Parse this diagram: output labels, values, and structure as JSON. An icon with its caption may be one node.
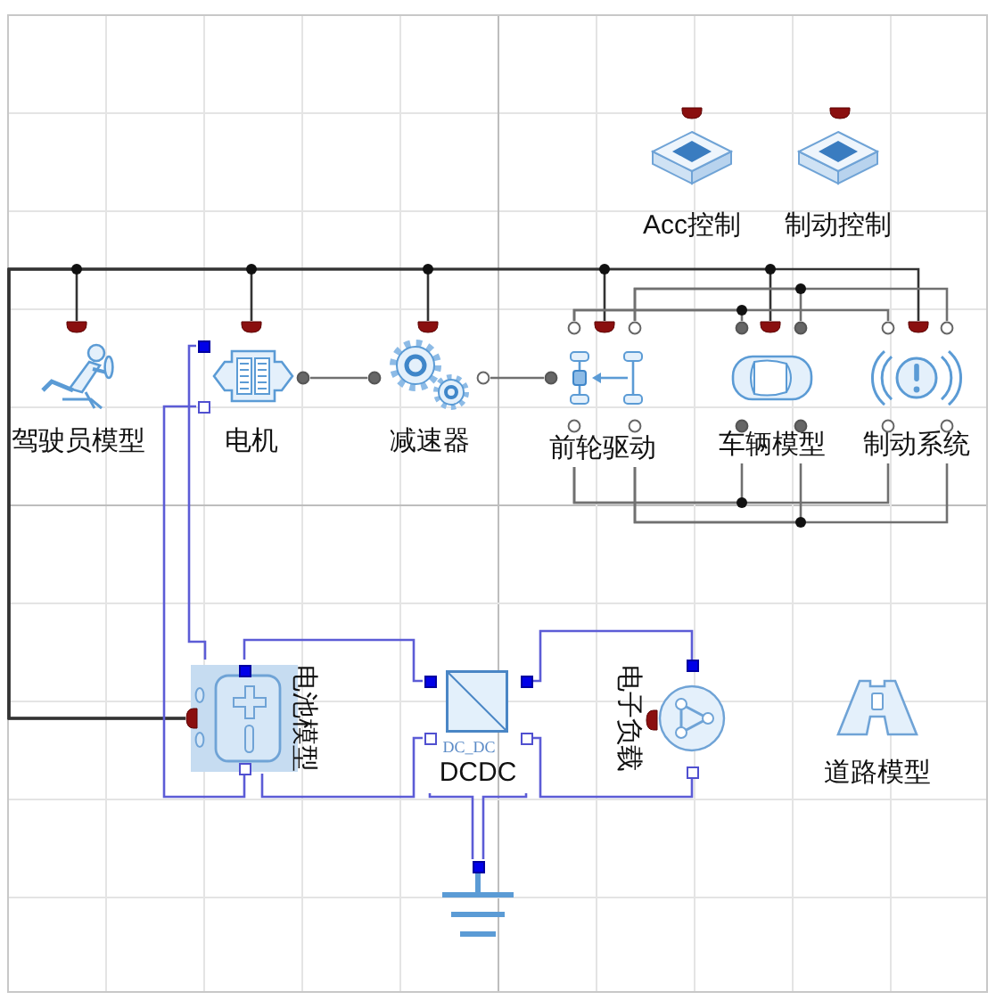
{
  "diagram": {
    "nodes": [
      {
        "text": [
          "Acc控制"
        ]
      },
      {
        "text": [
          "制动控制"
        ]
      },
      {
        "text": [
          "驾驶员模型"
        ]
      },
      {
        "text": [
          "电机"
        ]
      },
      {
        "text": [
          "减速器"
        ]
      },
      {
        "text": [
          "前轮驱动"
        ]
      },
      {
        "text": [
          "车辆模型"
        ]
      },
      {
        "text": [
          "制动系统"
        ]
      },
      {
        "text": [
          "电池模型"
        ]
      },
      {
        "text": [
          "DC_DC",
          "DCDC"
        ]
      },
      {
        "text": [
          "电子负载"
        ]
      },
      {
        "text": [
          "道路模型"
        ]
      },
      {
        "text": [],
        "shape": "ground"
      }
    ],
    "edges": [
      {
        "from": 8,
        "to": 2,
        "arrow": "none",
        "color": "#333333"
      },
      {
        "from": 8,
        "to": 3,
        "arrow": "none",
        "color": "#333333"
      },
      {
        "from": 8,
        "to": 4,
        "arrow": "none",
        "color": "#333333"
      },
      {
        "from": 8,
        "to": 5,
        "arrow": "none",
        "color": "#333333"
      },
      {
        "from": 8,
        "to": 6,
        "arrow": "none",
        "color": "#333333"
      },
      {
        "from": 8,
        "to": 7,
        "arrow": "none",
        "color": "#333333"
      },
      {
        "from": 3,
        "to": 4,
        "arrow": "none"
      },
      {
        "from": 4,
        "to": 5,
        "arrow": "none"
      },
      {
        "from": 5,
        "to": 6,
        "arrow": "none"
      },
      {
        "from": 5,
        "to": 7,
        "arrow": "none"
      },
      {
        "from": 5,
        "to": 6,
        "arrow": "none"
      },
      {
        "from": 5,
        "to": 7,
        "arrow": "none"
      },
      {
        "from": 5,
        "to": 6,
        "arrow": "none"
      },
      {
        "from": 5,
        "to": 7,
        "arrow": "none"
      },
      {
        "from": 5,
        "to": 6,
        "arrow": "none"
      },
      {
        "from": 5,
        "to": 7,
        "arrow": "none"
      },
      {
        "from": 3,
        "to": 8,
        "arrow": "none",
        "color": "#5c5cd6"
      },
      {
        "from": 3,
        "to": 8,
        "arrow": "none",
        "color": "#5c5cd6"
      },
      {
        "from": 8,
        "to": 9,
        "arrow": "none",
        "color": "#5c5cd6"
      },
      {
        "from": 8,
        "to": 9,
        "arrow": "none",
        "color": "#5c5cd6"
      },
      {
        "from": 9,
        "to": 10,
        "arrow": "none",
        "color": "#5c5cd6"
      },
      {
        "from": 9,
        "to": 10,
        "arrow": "none",
        "color": "#5c5cd6"
      },
      {
        "from": 9,
        "to": 12,
        "arrow": "none",
        "color": "#5c5cd6"
      },
      {
        "from": 9,
        "to": 12,
        "arrow": "none",
        "color": "#5c5cd6"
      }
    ]
  }
}
